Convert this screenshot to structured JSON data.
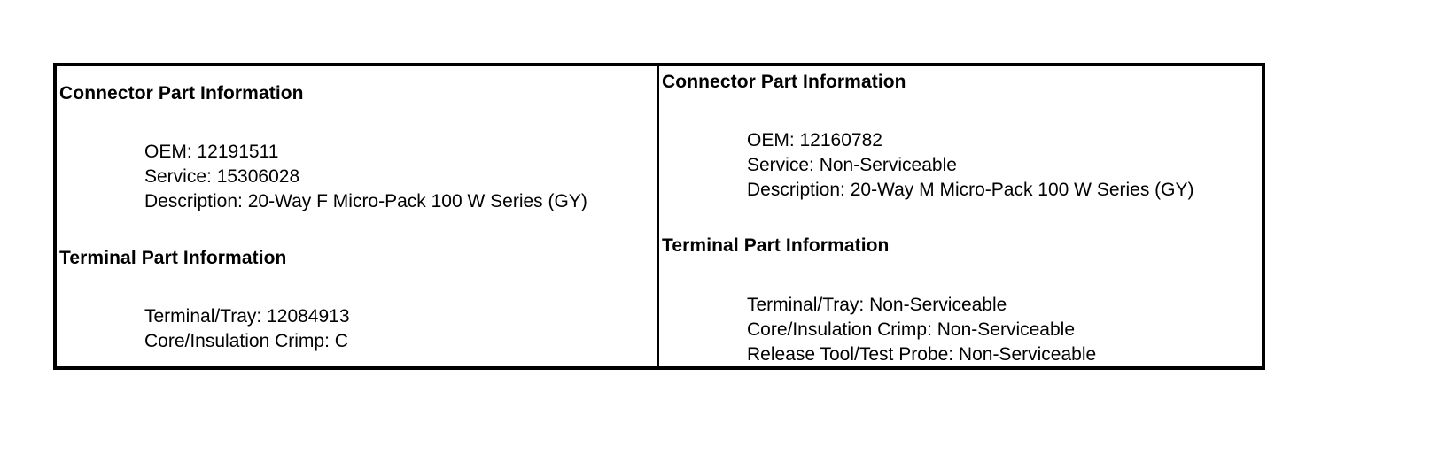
{
  "left": {
    "connector_heading": "Connector Part Information",
    "connector_lines": [
      "OEM: 12191511",
      "Service: 15306028",
      "Description: 20-Way F Micro-Pack 100 W Series (GY)"
    ],
    "terminal_heading": "Terminal Part Information",
    "terminal_lines": [
      "Terminal/Tray: 12084913",
      "Core/Insulation Crimp: C"
    ]
  },
  "right": {
    "connector_heading": "Connector Part Information",
    "connector_lines": [
      "OEM: 12160782",
      "Service: Non-Serviceable",
      "Description: 20-Way M Micro-Pack 100 W Series (GY)"
    ],
    "terminal_heading": "Terminal Part Information",
    "terminal_lines": [
      "Terminal/Tray: Non-Serviceable",
      "Core/Insulation Crimp: Non-Serviceable",
      "Release Tool/Test Probe: Non-Serviceable"
    ]
  }
}
